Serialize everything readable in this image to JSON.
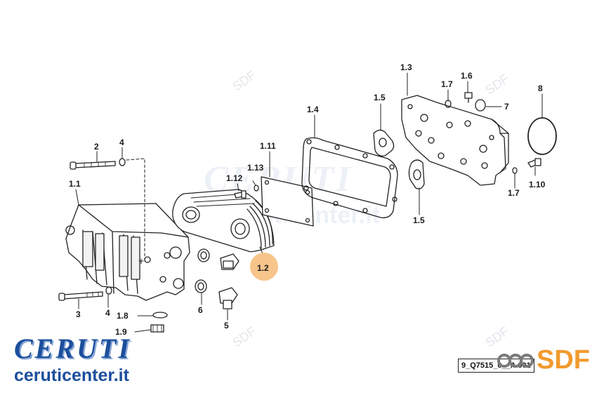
{
  "watermark": {
    "brand": "CERUTI",
    "url": "ceruticenter.it",
    "sdf": "SDF"
  },
  "labels": {
    "l1_1": "1.1",
    "l1_2": "1.2",
    "l1_3": "1.3",
    "l1_4": "1.4",
    "l1_5a": "1.5",
    "l1_5b": "1.5",
    "l1_6": "1.6",
    "l1_7a": "1.7",
    "l1_7b": "1.7",
    "l1_8": "1.8",
    "l1_9": "1.9",
    "l1_10": "1.10",
    "l1_11": "1.11",
    "l1_12": "1.12",
    "l1_13": "1.13",
    "l2": "2",
    "l3": "3",
    "l4a": "4",
    "l4b": "4",
    "l5": "5",
    "l6": "6",
    "l7": "7",
    "l8": "8"
  },
  "drawing_ref": "9_Q7515_0__A 001",
  "brand": {
    "name": "CERUTI",
    "url": "ceruticenter.it",
    "sdf": "SDF"
  },
  "colors": {
    "brand_blue": "#1c4f9c",
    "sdf_orange": "#f29a2e",
    "highlight": "#f7c58a",
    "line": "#222222"
  }
}
